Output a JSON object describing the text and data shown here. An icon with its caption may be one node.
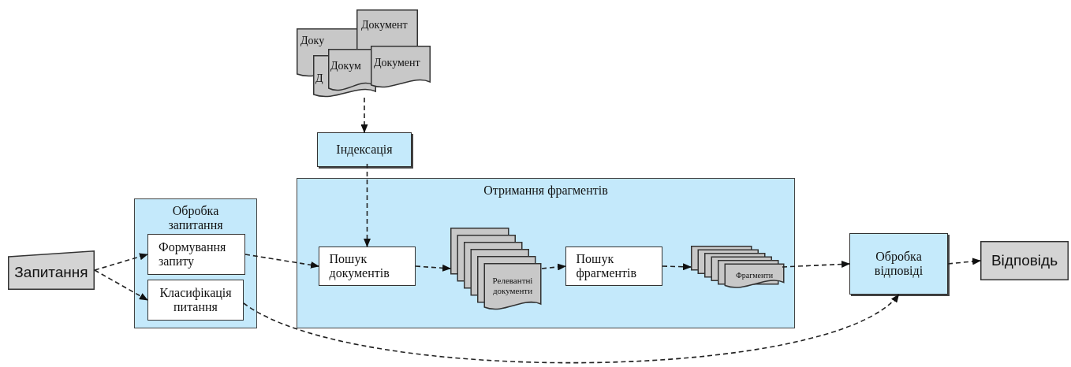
{
  "diagram": {
    "nodes": [
      {
        "text": [
          "Доку",
          "Документ",
          "Д",
          "Докум",
          "Документ"
        ]
      },
      {
        "text": [
          "Індексація"
        ]
      },
      {
        "text": [
          "Отримання фрагментів"
        ]
      },
      {
        "text": [
          "Обробка запитання"
        ]
      },
      {
        "text": [
          "Формування запиту"
        ],
        "in": 3
      },
      {
        "text": [
          "Класифікація питання"
        ],
        "in": 3
      },
      {
        "text": [
          "Запитання"
        ]
      },
      {
        "text": [
          "Пошук документів"
        ],
        "in": 2
      },
      {
        "text": [
          "Релевантні документи"
        ],
        "in": 2
      },
      {
        "text": [
          "Пошук фрагментів"
        ],
        "in": 2
      },
      {
        "text": [
          "Фрагменти"
        ],
        "in": 2
      },
      {
        "text": [
          "Обробка відповіді"
        ]
      },
      {
        "text": [
          "Відповідь"
        ]
      }
    ],
    "edges": [
      {
        "from": 0,
        "to": 1,
        "arrow": "to",
        "style": "dashed"
      },
      {
        "from": 1,
        "to": 7,
        "arrow": "to",
        "style": "dashed"
      },
      {
        "from": 6,
        "to": 4,
        "arrow": "to",
        "style": "dashed"
      },
      {
        "from": 6,
        "to": 5,
        "arrow": "to",
        "style": "dashed"
      },
      {
        "from": 4,
        "to": 7,
        "arrow": "to",
        "style": "dashed"
      },
      {
        "from": 7,
        "to": 8,
        "arrow": "to",
        "style": "dashed"
      },
      {
        "from": 8,
        "to": 9,
        "arrow": "to",
        "style": "dashed"
      },
      {
        "from": 9,
        "to": 10,
        "arrow": "to",
        "style": "dashed"
      },
      {
        "from": 10,
        "to": 11,
        "arrow": "to",
        "style": "dashed"
      },
      {
        "from": 11,
        "to": 12,
        "arrow": "to",
        "style": "dashed"
      },
      {
        "from": 5,
        "to": 11,
        "arrow": "to",
        "style": "dashed"
      }
    ]
  }
}
